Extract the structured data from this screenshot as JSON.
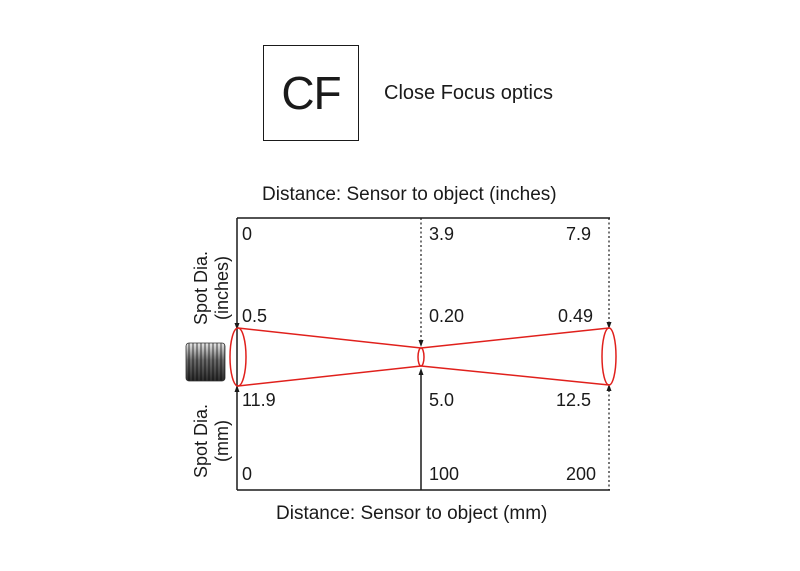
{
  "header": {
    "badge": "CF",
    "description": "Close Focus optics"
  },
  "diagram": {
    "top_axis_title": "Distance: Sensor to object (inches)",
    "bottom_axis_title": "Distance: Sensor to object (mm)",
    "left_label_inches": [
      "Spot Dia.",
      "(inches)"
    ],
    "left_label_mm": [
      "Spot Dia.",
      "(mm)"
    ],
    "distance_inches": [
      "0",
      "3.9",
      "7.9"
    ],
    "spot_inches": [
      "0.5",
      "0.20",
      "0.49"
    ],
    "spot_mm": [
      "11.9",
      "5.0",
      "12.5"
    ],
    "distance_mm": [
      "0",
      "100",
      "200"
    ],
    "beam_color": "#e0201c",
    "line_color": "#1a1a1a"
  }
}
